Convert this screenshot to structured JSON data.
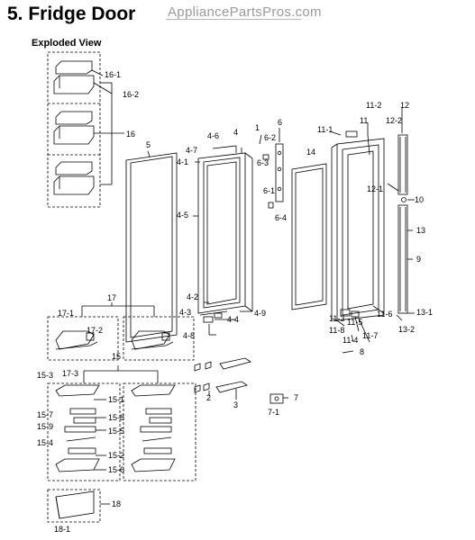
{
  "header": {
    "title": "5.  Fridge Door",
    "watermark": "AppliancePartsPros.com",
    "subtitle": "Exploded View"
  },
  "diagram": {
    "labels": [
      {
        "id": "16-1",
        "text": "16-1"
      },
      {
        "id": "16-2",
        "text": "16-2"
      },
      {
        "id": "16",
        "text": "16"
      },
      {
        "id": "5",
        "text": "5"
      },
      {
        "id": "4-6",
        "text": "4-6"
      },
      {
        "id": "4",
        "text": "4"
      },
      {
        "id": "1",
        "text": "1"
      },
      {
        "id": "6",
        "text": "6"
      },
      {
        "id": "6-2",
        "text": "6-2"
      },
      {
        "id": "4-7",
        "text": "4-7"
      },
      {
        "id": "4-1",
        "text": "4-1"
      },
      {
        "id": "6-3",
        "text": "6-3"
      },
      {
        "id": "14",
        "text": "14"
      },
      {
        "id": "11-1",
        "text": "11-1"
      },
      {
        "id": "11",
        "text": "11"
      },
      {
        "id": "11-2",
        "text": "11-2"
      },
      {
        "id": "12",
        "text": "12"
      },
      {
        "id": "12-2",
        "text": "12-2"
      },
      {
        "id": "6-1",
        "text": "6-1"
      },
      {
        "id": "12-1",
        "text": "12-1"
      },
      {
        "id": "10",
        "text": "10"
      },
      {
        "id": "4-5",
        "text": "4-5"
      },
      {
        "id": "6-4",
        "text": "6-4"
      },
      {
        "id": "13",
        "text": "13"
      },
      {
        "id": "9",
        "text": "9"
      },
      {
        "id": "17",
        "text": "17"
      },
      {
        "id": "4-2",
        "text": "4-2"
      },
      {
        "id": "4-3",
        "text": "4-3"
      },
      {
        "id": "4-4",
        "text": "4-4"
      },
      {
        "id": "4-9",
        "text": "4-9"
      },
      {
        "id": "4-8",
        "text": "4-8"
      },
      {
        "id": "17-1",
        "text": "17-1"
      },
      {
        "id": "17-2",
        "text": "17-2"
      },
      {
        "id": "11-3",
        "text": "11-3"
      },
      {
        "id": "11-5",
        "text": "11-5"
      },
      {
        "id": "11-6",
        "text": "11-6"
      },
      {
        "id": "13-1",
        "text": "13-1"
      },
      {
        "id": "11-8",
        "text": "11-8"
      },
      {
        "id": "11-7",
        "text": "11-7"
      },
      {
        "id": "13-2",
        "text": "13-2"
      },
      {
        "id": "11-4",
        "text": "11-4"
      },
      {
        "id": "8",
        "text": "8"
      },
      {
        "id": "15",
        "text": "15"
      },
      {
        "id": "15-3",
        "text": "15-3"
      },
      {
        "id": "17-3",
        "text": "17-3"
      },
      {
        "id": "2",
        "text": "2"
      },
      {
        "id": "3",
        "text": "3"
      },
      {
        "id": "7",
        "text": "7"
      },
      {
        "id": "7-1",
        "text": "7-1"
      },
      {
        "id": "15-1",
        "text": "15-1"
      },
      {
        "id": "15-7",
        "text": "15-7"
      },
      {
        "id": "15-8",
        "text": "15-8"
      },
      {
        "id": "15-9",
        "text": "15-9"
      },
      {
        "id": "15-5",
        "text": "15-5"
      },
      {
        "id": "15-4",
        "text": "15-4"
      },
      {
        "id": "15-2",
        "text": "15-2"
      },
      {
        "id": "15-6",
        "text": "15-6"
      },
      {
        "id": "18",
        "text": "18"
      },
      {
        "id": "18-1",
        "text": "18-1"
      }
    ]
  }
}
